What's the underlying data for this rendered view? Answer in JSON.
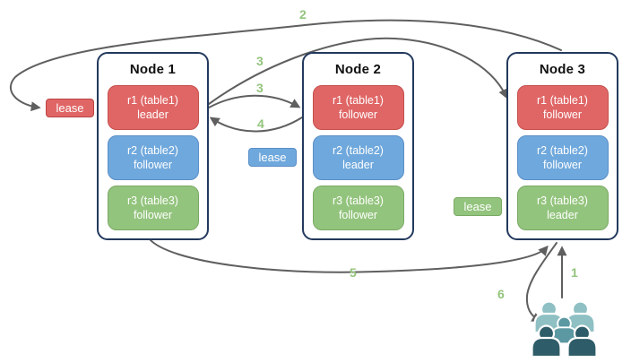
{
  "nodes": [
    {
      "title": "Node 1",
      "replicas": [
        {
          "name": "r1 (table1)",
          "role": "leader",
          "color": "#e06666"
        },
        {
          "name": "r2 (table2)",
          "role": "follower",
          "color": "#6fa8dc"
        },
        {
          "name": "r3 (table3)",
          "role": "follower",
          "color": "#93c47d"
        }
      ]
    },
    {
      "title": "Node 2",
      "replicas": [
        {
          "name": "r1 (table1)",
          "role": "follower",
          "color": "#e06666"
        },
        {
          "name": "r2 (table2)",
          "role": "leader",
          "color": "#6fa8dc"
        },
        {
          "name": "r3 (table3)",
          "role": "follower",
          "color": "#93c47d"
        }
      ]
    },
    {
      "title": "Node 3",
      "replicas": [
        {
          "name": "r1 (table1)",
          "role": "follower",
          "color": "#e06666"
        },
        {
          "name": "r2 (table2)",
          "role": "follower",
          "color": "#6fa8dc"
        },
        {
          "name": "r3 (table3)",
          "role": "leader",
          "color": "#93c47d"
        }
      ]
    }
  ],
  "leases": [
    {
      "label": "lease",
      "color": "#e06666"
    },
    {
      "label": "lease",
      "color": "#6fa8dc"
    },
    {
      "label": "lease",
      "color": "#93c47d"
    }
  ],
  "flow_labels": {
    "step1": "1",
    "step2": "2",
    "step3a": "3",
    "step3b": "3",
    "step4": "4",
    "step5": "5",
    "step6": "6"
  },
  "icons": {
    "users": "users-icon"
  },
  "colors": {
    "replica_red": "#e06666",
    "replica_blue": "#6fa8dc",
    "replica_green": "#93c47d",
    "node_border": "#23395d",
    "arrow": "#5f5f5f",
    "flow_label": "#93c47d",
    "users_light": "#8fc0c3",
    "users_mid": "#5c98a1",
    "users_dark": "#2e5c68"
  }
}
